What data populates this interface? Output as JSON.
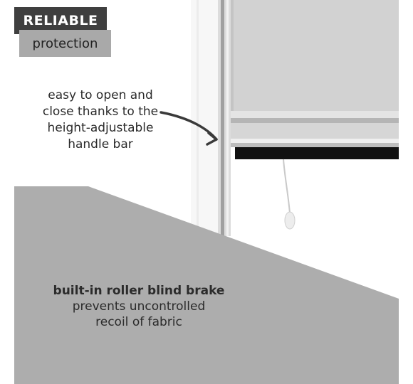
{
  "badge": {
    "title": "RELIABLE",
    "subtitle": "protection"
  },
  "callout": {
    "lines": [
      "easy to open and",
      "close thanks to the",
      "height-adjustable",
      "handle bar"
    ]
  },
  "feature": {
    "title": "built-in roller blind brake",
    "lines": [
      "prevents uncontrolled",
      "recoil of fabric"
    ]
  },
  "colors": {
    "dark_badge": "#3f3f3f",
    "light_badge": "#a9a9a9",
    "panel": "#adadad",
    "fabric": "#d2d2d2"
  }
}
